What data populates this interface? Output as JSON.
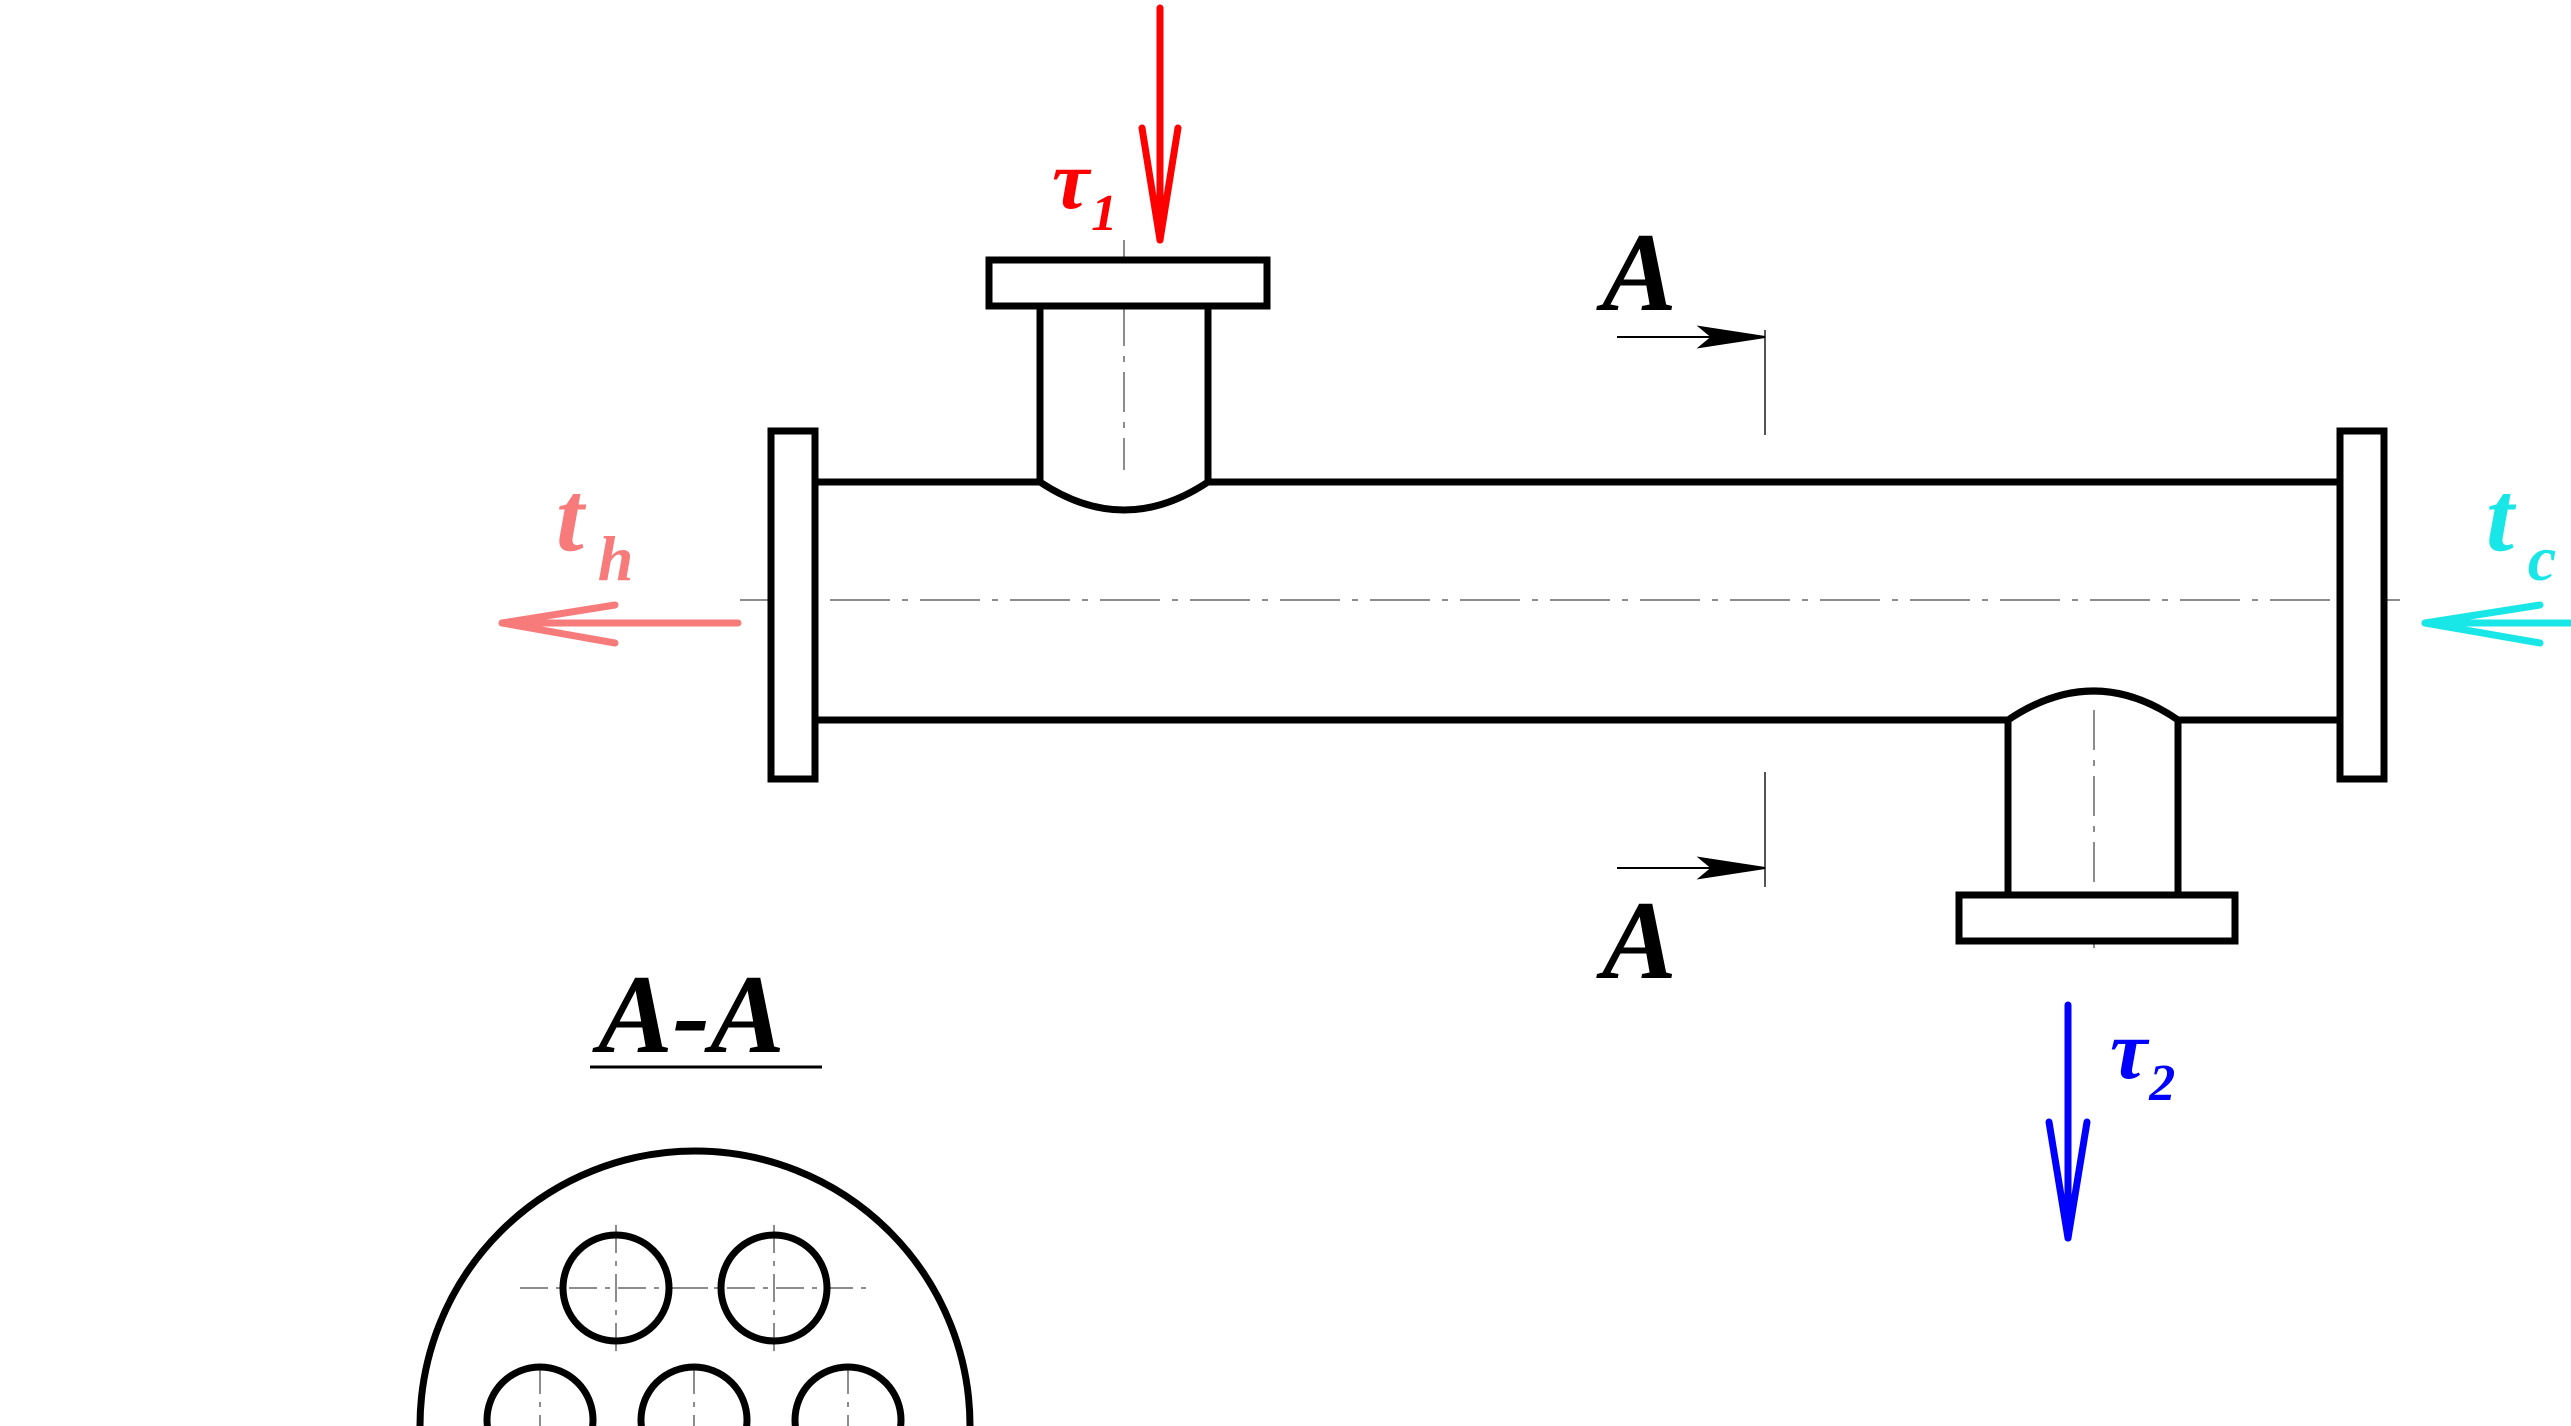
{
  "labels": {
    "tau1": {
      "main": "τ",
      "sub": "1"
    },
    "tau2": {
      "main": "τ",
      "sub": "2"
    },
    "th": {
      "main": "t",
      "sub": "h"
    },
    "tc": {
      "main": "t",
      "sub": "c"
    },
    "section_top": "A",
    "section_bottom": "A",
    "section_view_title": "A-A"
  },
  "colors": {
    "outline": "#000000",
    "hot_inlet": "#ff0000",
    "hot_outlet": "#0000ff",
    "shell_out": "#f77b7b",
    "shell_in": "#19e6e6",
    "centerline": "#8c8c8c"
  }
}
